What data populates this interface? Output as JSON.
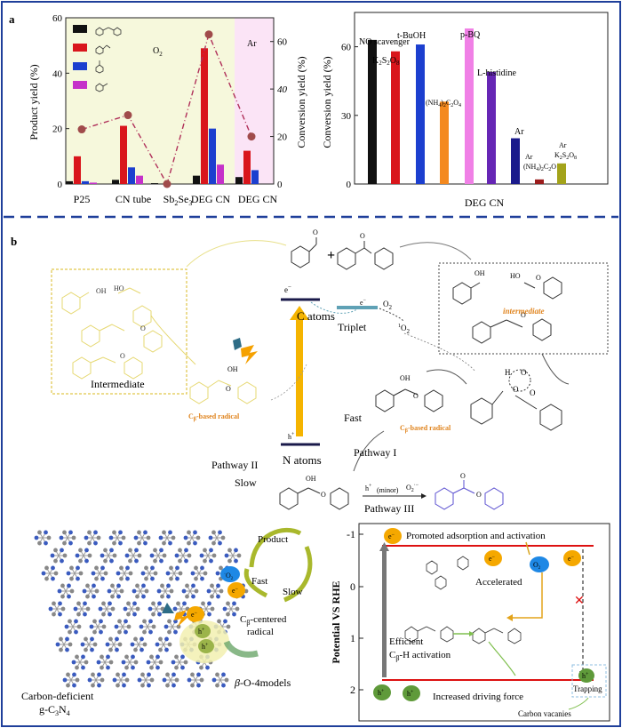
{
  "panel_a": {
    "label": "a",
    "chart_left": {
      "y1_label": "Product yield (%)",
      "y2_label": "Conversion yield (%)",
      "y1_ticks": [
        "0",
        "20",
        "40",
        "60"
      ],
      "y2_ticks": [
        "0",
        "20",
        "40",
        "60"
      ],
      "region_o2_label": "O",
      "region_o2_sub": "2",
      "region_ar_label": "Ar",
      "categories": [
        "P25",
        "CN tube",
        "Sb2Se3",
        "DEG CN",
        "DEG CN"
      ],
      "sb2se3_main": "Sb",
      "sb2se3_s1": "2",
      "sb2se3_mid": "Se",
      "sb2se3_s2": "3"
    },
    "chart_right": {
      "y_label": "Conversion yield (%)",
      "y_ticks": [
        "0",
        "30",
        "60"
      ],
      "xlabel": "DEG CN",
      "bar_labels": {
        "no_scavenger": "NO scavenger",
        "k2s2o8_main": "K",
        "t_buoh": "t-BuOH",
        "nh4_main": "(NH",
        "p_bq": "p-BQ",
        "l_histidine": "L-histidine",
        "ar": "Ar",
        "ar2_top": "Ar",
        "ar2_bottom": "(NH",
        "ar3_top": "Ar",
        "ar3_bottom": "K"
      }
    }
  },
  "panel_b": {
    "label": "b",
    "plus": "+",
    "electron": "e",
    "hole": "h",
    "c_atoms": "C atoms",
    "n_atoms": "N atoms",
    "triplet": "Triplet",
    "o2_label": "O",
    "superoxide_sub": "2",
    "intermediate_left": "Intermediate",
    "intermediate_right": "intermediate",
    "cb_radical": "C",
    "cb_radical_suffix": "-based radical",
    "fast": "Fast",
    "slow": "Slow",
    "pathway_1": "Pathway I",
    "pathway_2": "Pathway II",
    "pathway_3": "Pathway III",
    "minor": "(minor)",
    "oh": "OH",
    "ho": "HO",
    "o": "O",
    "h_dot": "H",
    "product": "Product",
    "fast2": "Fast",
    "slow2": "Slow",
    "centered_radical_1": "-centered",
    "centered_radical_2": "radical",
    "carbon_deficient_1": "Carbon-deficient",
    "carbon_deficient_2": "g-C",
    "beta_o4": "-O-4models",
    "energy": {
      "y_label": "Potential VS RHE",
      "ticks": [
        "-1",
        "0",
        "1",
        "2"
      ],
      "promoted": "Promoted adsorption and activation",
      "accelerated": "Accelerated",
      "efficient_1": "Efficient",
      "efficient_2": "-H activation",
      "increased": "Increased driving force",
      "trapping": "Trapping",
      "carbon_vacancies": "Carbon vacanies"
    }
  },
  "colors": {
    "black": "#111111",
    "red": "#d9161c",
    "blue": "#1c3fcf",
    "magenta": "#c531c9",
    "orange": "#f4891e",
    "pink": "#f080e6",
    "purple": "#6626b5",
    "navy": "#1a1a8c",
    "darkred": "#9b1c1c",
    "olive": "#a3a31a",
    "yellow": "#f5b400",
    "divider": "#1f3f9a"
  },
  "chart_data": [
    {
      "type": "bar",
      "categories": [
        "P25",
        "CN tube",
        "Sb2Se3",
        "DEG CN",
        "DEG CN"
      ],
      "ylabel": "Product yield (%)",
      "y2label": "Conversion yield (%)",
      "ylim": [
        0,
        60
      ],
      "series": [
        {
          "values": [
            1,
            1.5,
            0.3,
            3,
            2.5
          ],
          "color": "#111111"
        },
        {
          "values": [
            10,
            21,
            0,
            49,
            12
          ],
          "color": "#d9161c"
        },
        {
          "values": [
            1,
            6,
            0,
            20,
            5
          ],
          "color": "#1c3fcf"
        },
        {
          "values": [
            0.5,
            3,
            0,
            7,
            0
          ],
          "color": "#c531c9"
        }
      ],
      "conversion_line": {
        "values": [
          23,
          29,
          0,
          63,
          20
        ]
      }
    },
    {
      "type": "bar",
      "xlabel": "DEG CN",
      "ylabel": "Conversion yield (%)",
      "ylim": [
        0,
        75
      ],
      "categories": [
        "NO scavenger",
        "K2S2O8",
        "t-BuOH",
        "(NH4)2C2O4",
        "p-BQ",
        "L-histidine",
        "Ar",
        "Ar (NH4)2C2O4",
        "Ar K2S2O8"
      ],
      "values": [
        63,
        58,
        61,
        36,
        68,
        49,
        20,
        2,
        9
      ],
      "colors": [
        "#111111",
        "#d9161c",
        "#1c3fcf",
        "#f4891e",
        "#f080e6",
        "#6626b5",
        "#1a1a8c",
        "#9b1c1c",
        "#a3a31a"
      ]
    }
  ]
}
